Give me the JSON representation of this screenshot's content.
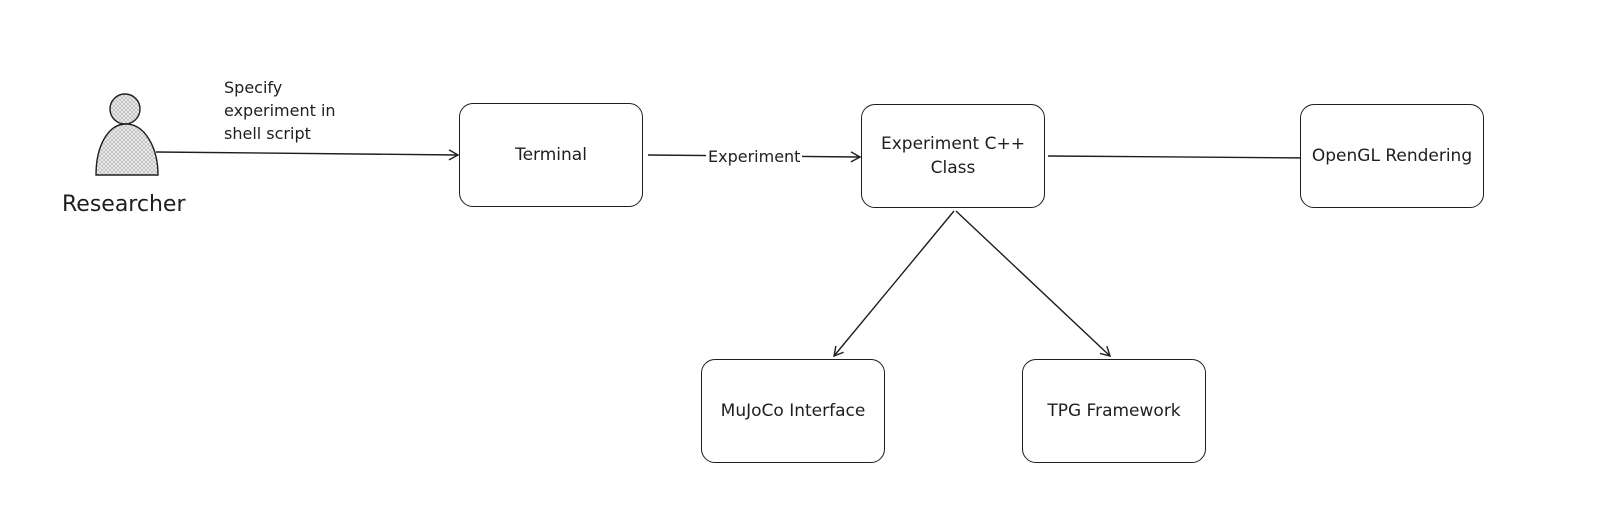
{
  "actor": {
    "name": "Researcher",
    "icon": "person-icon"
  },
  "edges": {
    "actor_to_terminal": "Specify experiment in shell script",
    "terminal_to_experiment": "Experiment"
  },
  "nodes": {
    "terminal": "Terminal",
    "experiment_class": "Experiment C++ Class",
    "opengl": "OpenGL Rendering",
    "mujoco": "MuJoCo Interface",
    "tpg": "TPG Framework"
  },
  "colors": {
    "stroke": "#1e1e1e",
    "actor_fill": "#e8e8e8"
  }
}
